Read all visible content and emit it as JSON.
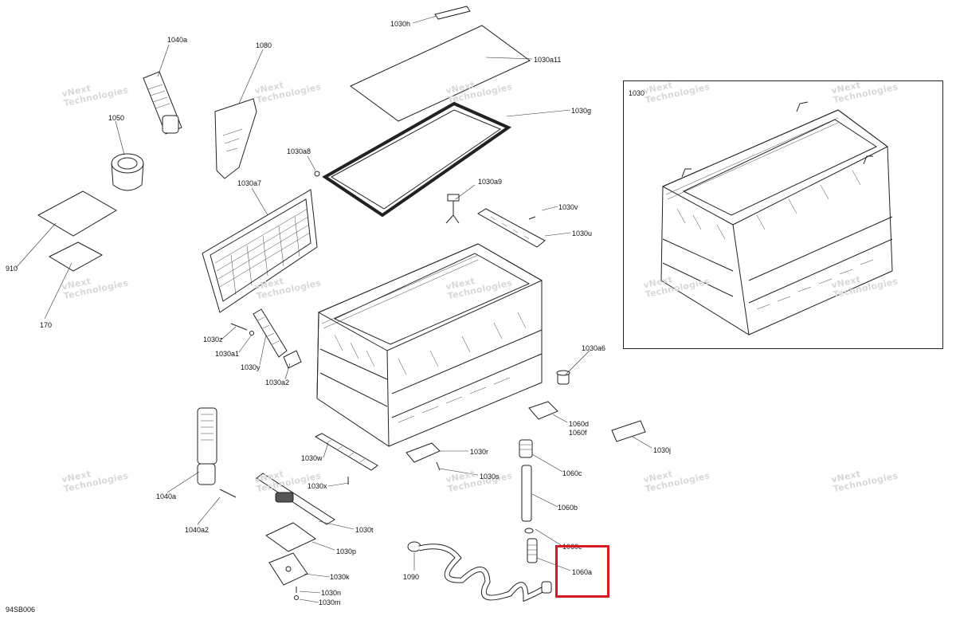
{
  "diagram_code": "94SB006",
  "watermark_text": "vNext\nTechnologies",
  "inset_label": "1030",
  "highlight_color": "#d71920",
  "labels": {
    "l1030h": "1030h",
    "l1030a11": "1030a11",
    "l1040a_top": "1040a",
    "l1080": "1080",
    "l1050": "1050",
    "l1030g": "1030g",
    "l1030a8": "1030a8",
    "l1030a7": "1030a7",
    "l1030a9": "1030a9",
    "l1030v": "1030v",
    "l1030u": "1030u",
    "l910": "910",
    "l170": "170",
    "l1030z": "1030z",
    "l1030a1": "1030a1",
    "l1030y": "1030y",
    "l1030a2": "1030a2",
    "l1030a6": "1030a6",
    "l1060d": "1060d",
    "l1060f": "1060f",
    "l1030j": "1030j",
    "l1030w": "1030w",
    "l1030r": "1030r",
    "l1030x": "1030x",
    "l1030s": "1030s",
    "l1060c": "1060c",
    "l1040a_bot": "1040a",
    "l1060b": "1060b",
    "l1040a2": "1040a2",
    "l1030t": "1030t",
    "l1030p": "1030p",
    "l1060e": "1060e",
    "l1090": "1090",
    "l1060a": "1060a",
    "l1030k": "1030k",
    "l1030n": "1030n",
    "l1030m": "1030m"
  }
}
